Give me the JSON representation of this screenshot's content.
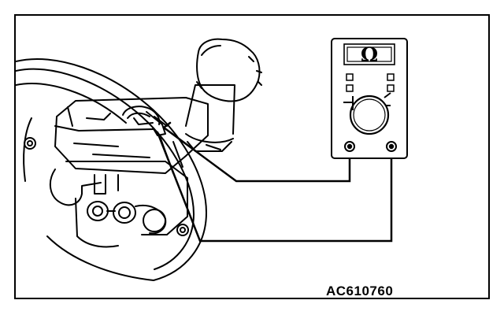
{
  "figure": {
    "code": "AC610760"
  },
  "meter": {
    "unit_symbol": "Ω",
    "icon": "ohmmeter-icon",
    "mode": "resistance"
  },
  "colors": {
    "line": "#000000",
    "background": "#ffffff"
  }
}
